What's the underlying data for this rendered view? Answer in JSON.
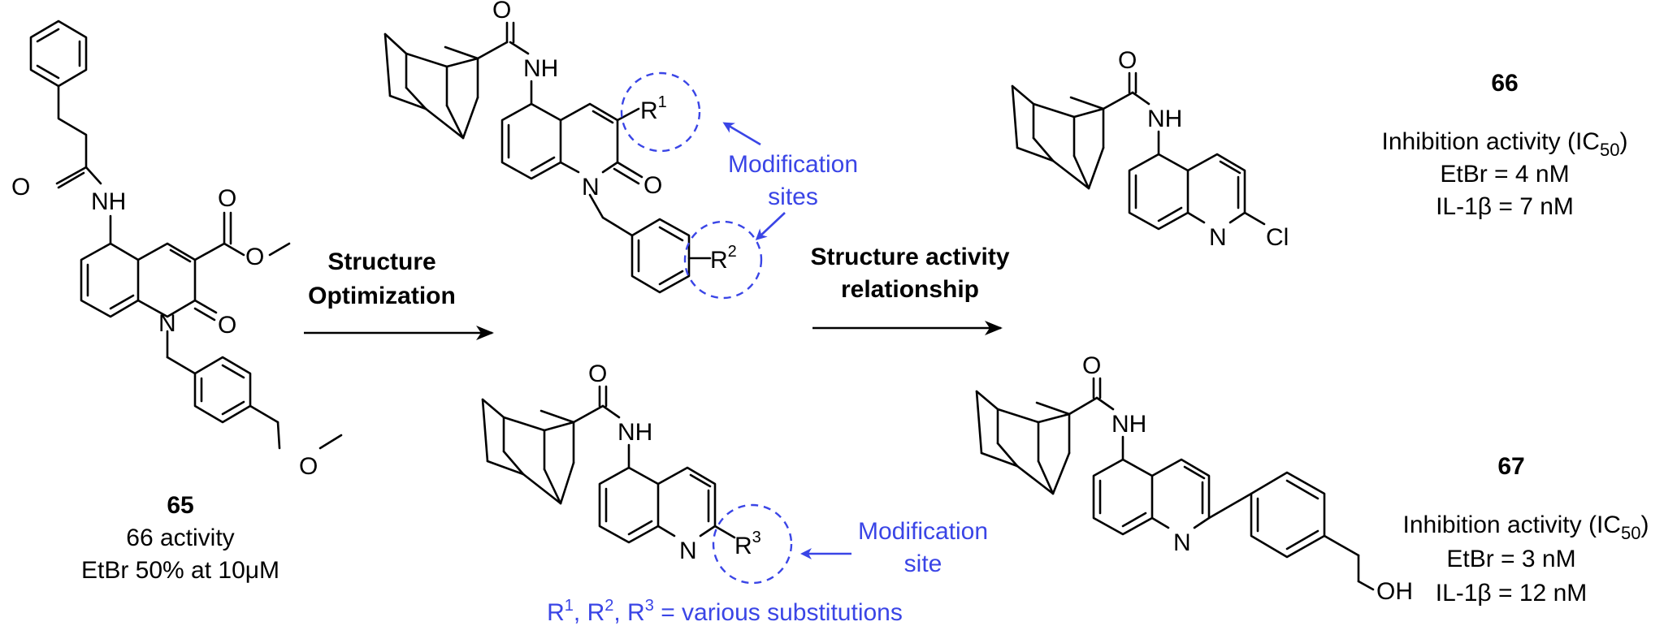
{
  "compounds": {
    "c65": {
      "number": "65",
      "line1": "66 activity",
      "line2": "EtBr 50% at 10μM"
    },
    "c66": {
      "number": "66",
      "activity_label": "Inhibition activity (IC",
      "activity_sub": "50",
      "activity_close": ")",
      "etbr": "EtBr = 4 nM",
      "il1b": "IL-1β = 7 nM"
    },
    "c67": {
      "number": "67",
      "activity_label": "Inhibition activity (IC",
      "activity_sub": "50",
      "activity_close": ")",
      "etbr": "EtBr = 3 nM",
      "il1b": "IL-1β = 12 nM"
    }
  },
  "arrows": {
    "step1_line1": "Structure",
    "step1_line2": "Optimization",
    "step2_line1": "Structure activity",
    "step2_line2": "relationship"
  },
  "annotations": {
    "mod_sites_line1": "Modification",
    "mod_sites_line2": "sites",
    "mod_site_line1": "Modification",
    "mod_site_line2": "site",
    "r_groups": {
      "r": "R",
      "s1": "1",
      "sep1": ", R",
      "s2": "2",
      "sep2": ", R",
      "s3": "3",
      "tail": " = various substitutions"
    }
  },
  "atoms": {
    "O": "O",
    "NH": "NH",
    "N": "N",
    "Cl": "Cl",
    "OH": "OH",
    "R": "R",
    "R1_sup": "1",
    "R2_sup": "2",
    "R3_sup": "3"
  },
  "colors": {
    "annotation_blue": "#3a45e6",
    "structure_black": "#000000"
  }
}
